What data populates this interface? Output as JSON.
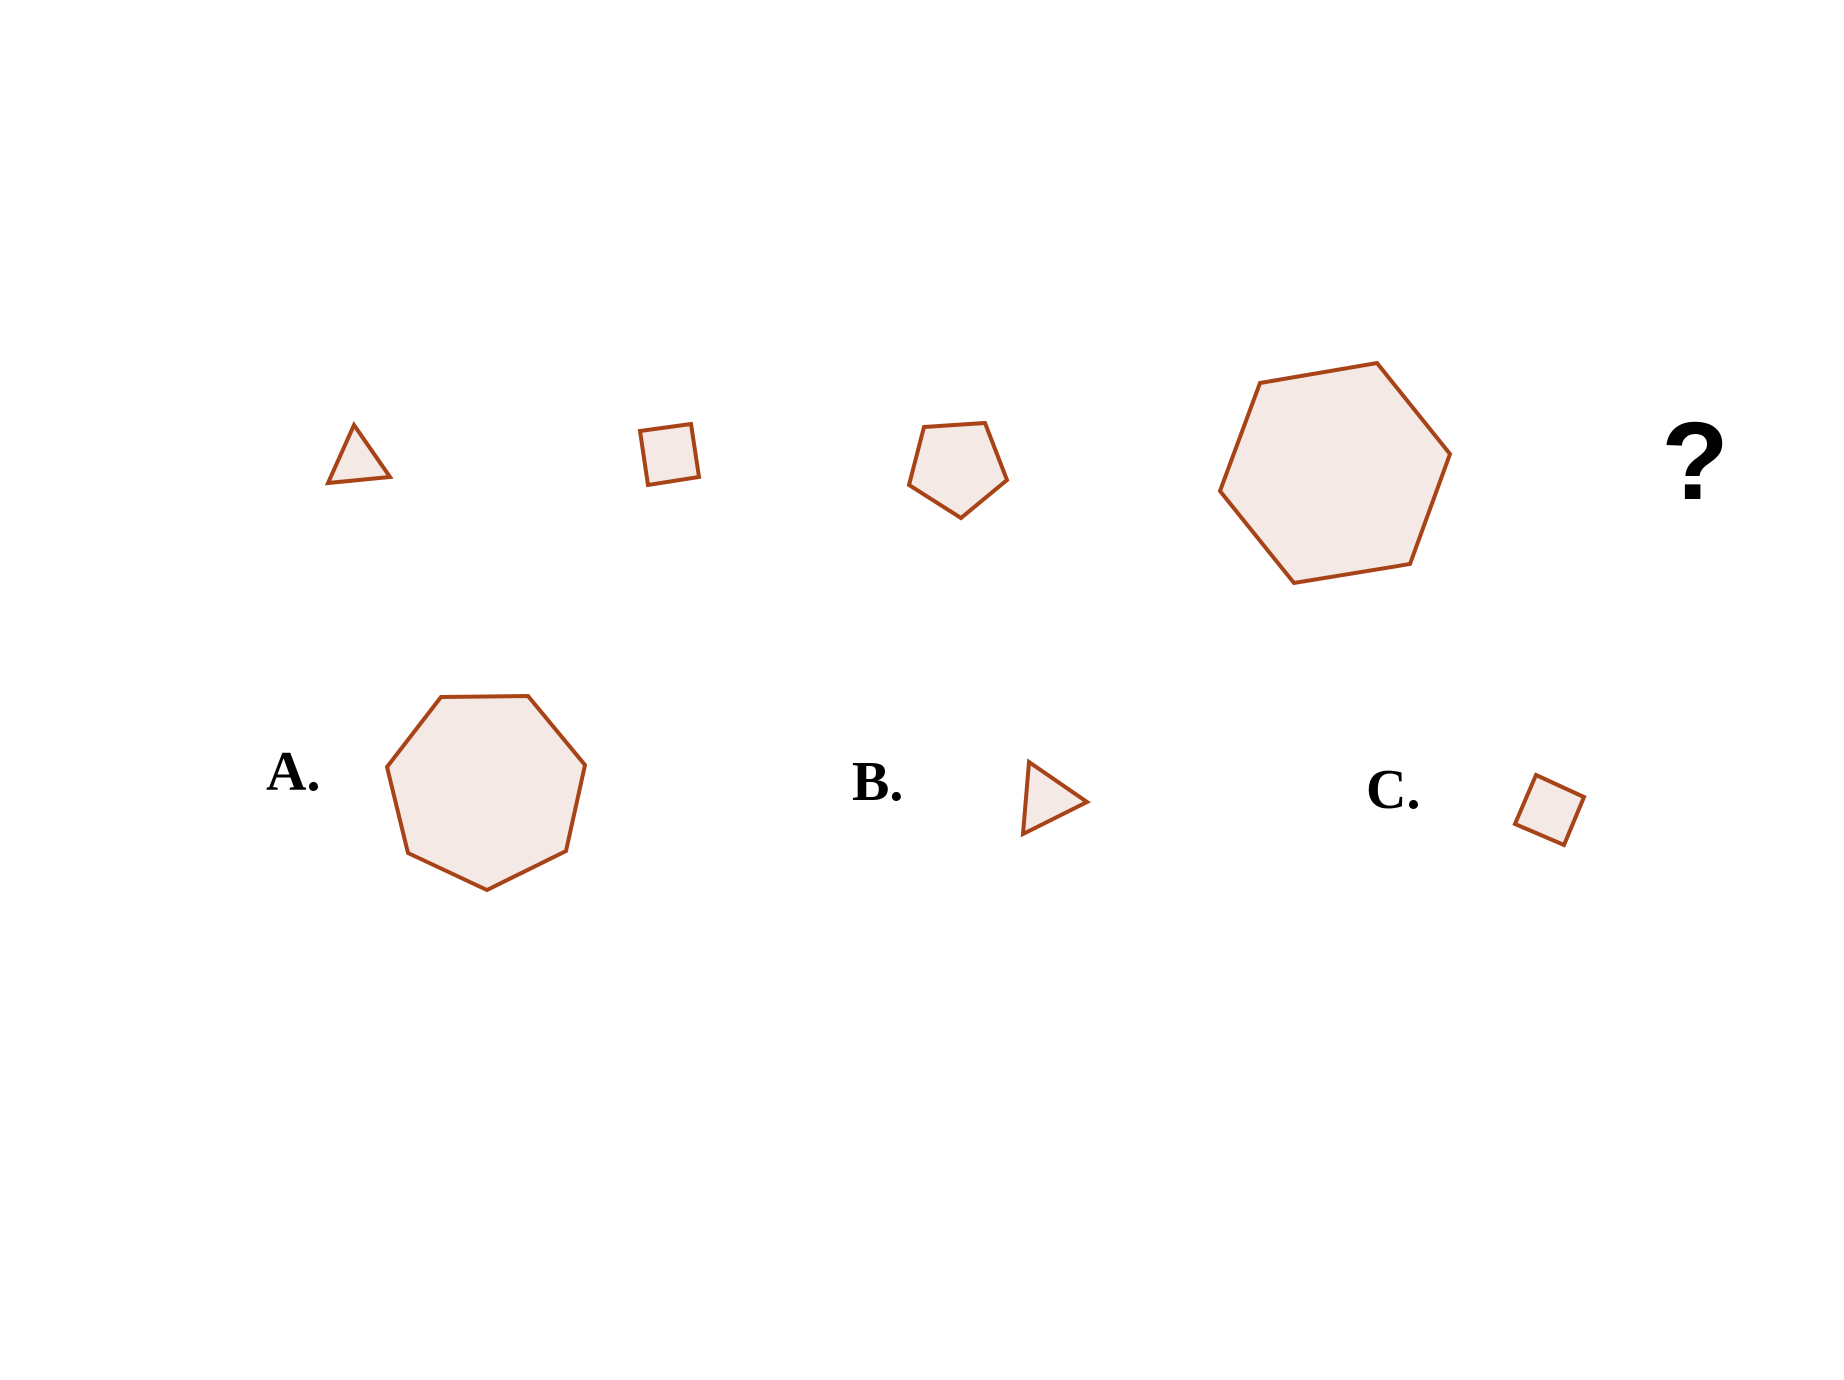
{
  "colors": {
    "shape_fill": "#f4e9e4",
    "shape_stroke": "#a84318",
    "text": "#000000",
    "background": "#ffffff"
  },
  "sequence": {
    "items": [
      {
        "shape": "triangle",
        "sides": 3
      },
      {
        "shape": "square",
        "sides": 4
      },
      {
        "shape": "pentagon",
        "sides": 5
      },
      {
        "shape": "hexagon",
        "sides": 6
      }
    ],
    "missing_marker": "?"
  },
  "options": [
    {
      "label": "A.",
      "shape": "heptagon",
      "sides": 7
    },
    {
      "label": "B.",
      "shape": "triangle",
      "sides": 3
    },
    {
      "label": "C.",
      "shape": "square",
      "sides": 4
    }
  ]
}
